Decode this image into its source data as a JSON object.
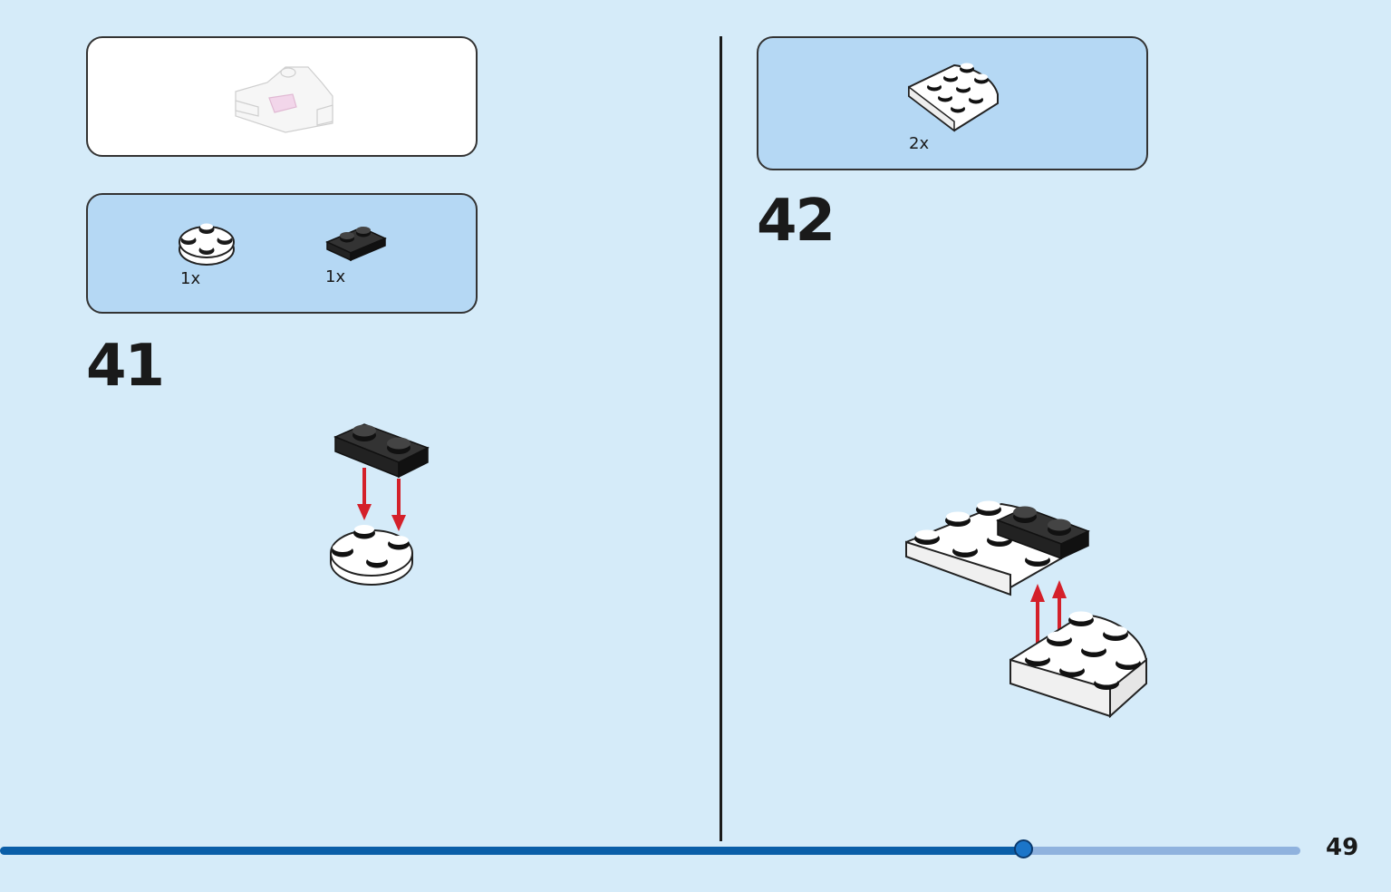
{
  "left": {
    "parts": [
      {
        "qty": "1x",
        "icon": "round-plate-2x2-white-icon"
      },
      {
        "qty": "1x",
        "icon": "plate-1x2-black-icon"
      }
    ],
    "step_number": "41"
  },
  "right": {
    "parts": [
      {
        "qty": "2x",
        "icon": "quarter-round-plate-white-icon"
      }
    ],
    "step_number": "42"
  },
  "footer": {
    "page_number": "49",
    "progress": 0.787
  },
  "colors": {
    "background": "#d5ebf9",
    "parts_box": "#b5d8f4",
    "arrow": "#d4202a",
    "progress_fill": "#0a5ea8",
    "progress_track": "#8fb2de"
  }
}
